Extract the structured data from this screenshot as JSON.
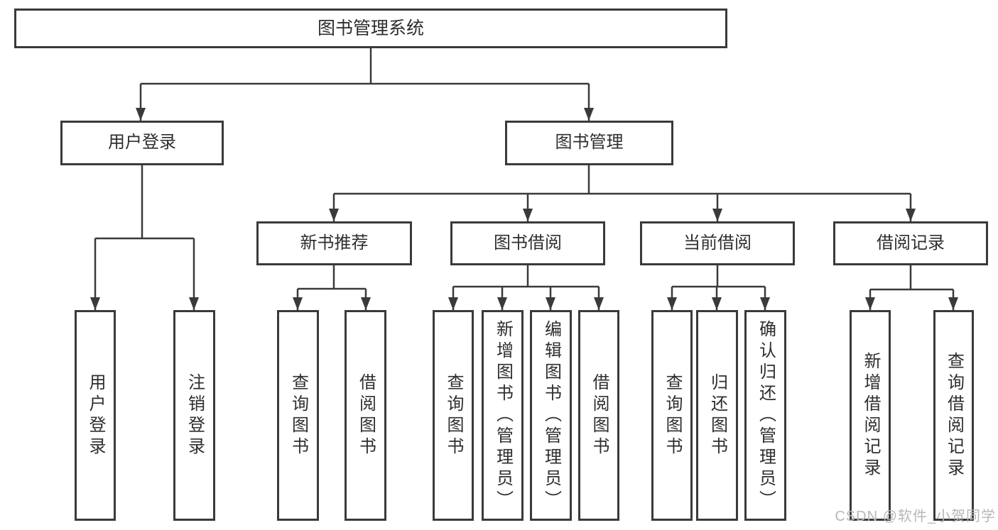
{
  "watermark": "CSDN @软件_小贺同学",
  "tree": {
    "root": "图书管理系统",
    "branches": [
      {
        "label": "用户登录",
        "children": [
          "用户登录",
          "注销登录"
        ]
      },
      {
        "label": "图书管理",
        "groups": [
          {
            "label": "新书推荐",
            "children": [
              "查询图书",
              "借阅图书"
            ]
          },
          {
            "label": "图书借阅",
            "children": [
              "查询图书",
              "新增图书（管理员）",
              "编辑图书（管理员）",
              "借阅图书"
            ]
          },
          {
            "label": "当前借阅",
            "children": [
              "查询图书",
              "归还图书",
              "确认归还（管理员）"
            ]
          },
          {
            "label": "借阅记录",
            "children": [
              "新增借阅记录",
              "查询借阅记录"
            ]
          }
        ]
      }
    ]
  },
  "colors": {
    "line": "#3a3a3a",
    "text": "#2e2e2e",
    "watermark": "#b6b7bb",
    "background": "#ffffff"
  }
}
